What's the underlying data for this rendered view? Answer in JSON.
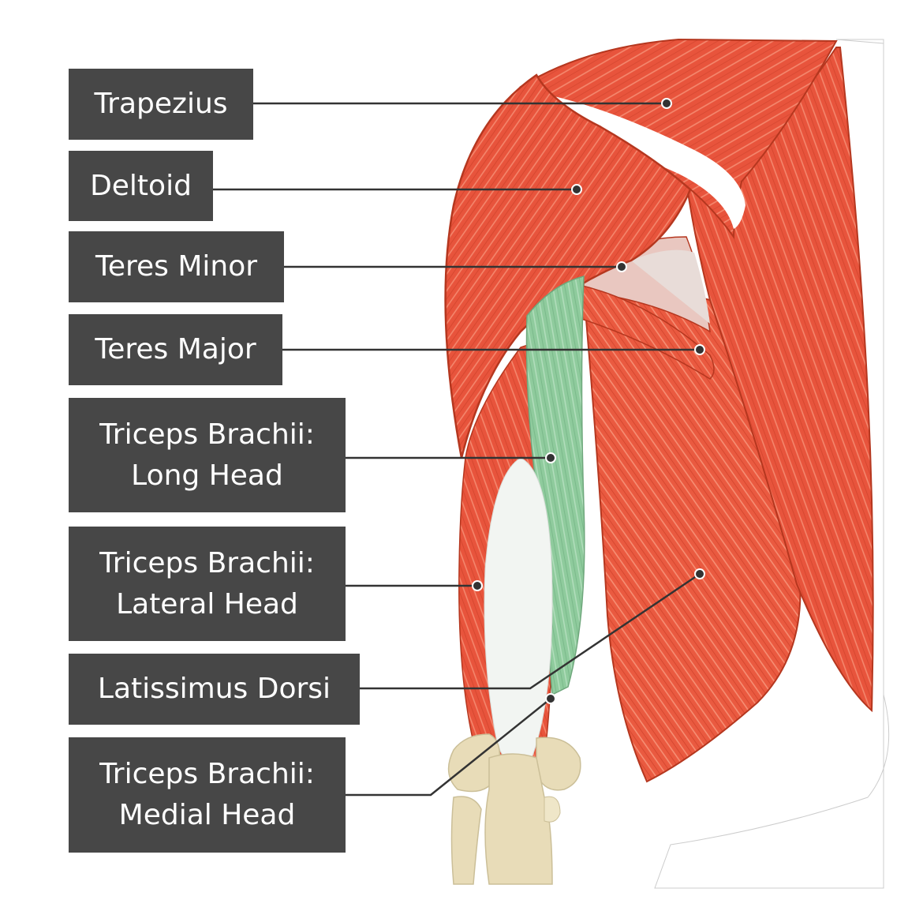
{
  "colors": {
    "muscle": "#e8543c",
    "muscle_light": "#f07a60",
    "muscle_outline": "#b5371f",
    "triceps_long_head": "#8fcb9d",
    "bone": "#e8dcb8",
    "tendon": "#f2f5f2",
    "label_bg": "#474747",
    "label_text": "#ffffff",
    "leader_line": "#333333"
  },
  "labels": {
    "trapezius": "Trapezius",
    "deltoid": "Deltoid",
    "teres_minor": "Teres Minor",
    "teres_major": "Teres Major",
    "triceps_long_line1": "Triceps Brachii:",
    "triceps_long_line2": "Long Head",
    "triceps_lateral_line1": "Triceps Brachii:",
    "triceps_lateral_line2": "Lateral Head",
    "latissimus_dorsi": "Latissimus Dorsi",
    "triceps_medial_line1": "Triceps Brachii:",
    "triceps_medial_line2": "Medial Head"
  }
}
